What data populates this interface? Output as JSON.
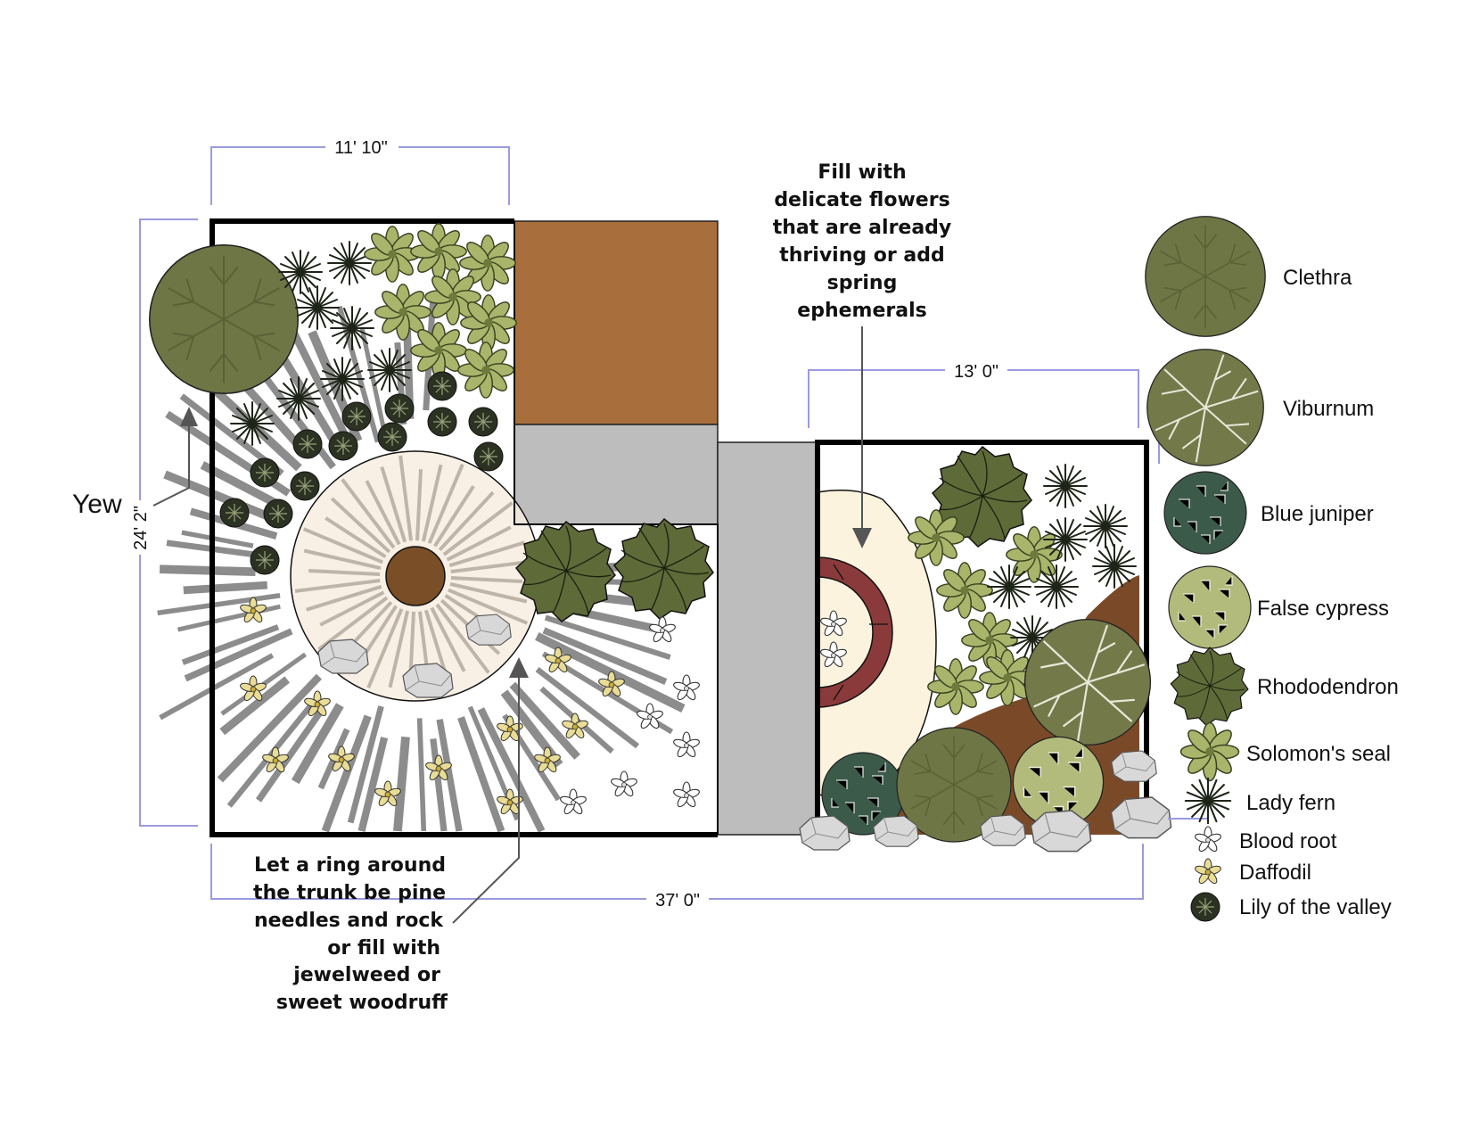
{
  "dimensions": {
    "left_width": "11' 10\"",
    "left_height": "24' 2\"",
    "right_width": "13' 0\"",
    "total_width": "37' 0\""
  },
  "labels": {
    "yew": "Yew"
  },
  "notes": {
    "top": [
      "Fill with",
      "delicate flowers",
      "that are already",
      "thriving or add",
      "spring",
      "ephemerals"
    ],
    "bottom": [
      "Let a ring around",
      "the trunk be pine",
      "needles and rock",
      "or fill with",
      "jewelweed or",
      "sweet woodruff"
    ]
  },
  "legend": [
    {
      "label": "Clethra",
      "icon": "clethra-icon"
    },
    {
      "label": "Viburnum",
      "icon": "viburnum-icon"
    },
    {
      "label": "Blue juniper",
      "icon": "blue-juniper-icon"
    },
    {
      "label": "False cypress",
      "icon": "false-cypress-icon"
    },
    {
      "label": "Rhododendron",
      "icon": "rhododendron-icon"
    },
    {
      "label": "Solomon's seal",
      "icon": "solomons-seal-icon"
    },
    {
      "label": "Lady fern",
      "icon": "lady-fern-icon"
    },
    {
      "label": "Blood root",
      "icon": "blood-root-icon"
    },
    {
      "label": "Daffodil",
      "icon": "daffodil-icon"
    },
    {
      "label": "Lily of the valley",
      "icon": "lily-of-the-valley-icon"
    }
  ],
  "colors": {
    "clethra": "#6e7645",
    "viburnum": "#74794a",
    "blue_juniper": "#3c5a4a",
    "false_cypress": "#b3bb7c",
    "rhododendron": "#5e6a38",
    "solomons_seal": "#a8b56b",
    "lady_fern": "#1e2418",
    "lily": "#2b3222",
    "mulch": "#7a4a28",
    "patio": "#a86f3d",
    "path": "#bdbdbd",
    "ring": "#f7ece0",
    "trunk": "#7a4e27",
    "dimension": "#9a9ae0",
    "bed_cream": "#fbf3de",
    "bench": "#8a3a3a"
  }
}
